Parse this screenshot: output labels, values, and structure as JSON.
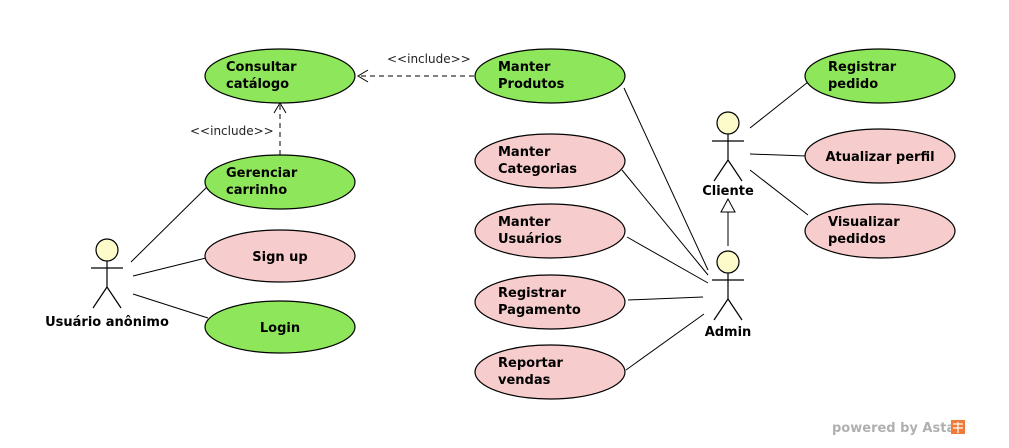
{
  "colors": {
    "included_usecase_fill": "#8ee65a",
    "usecase_fill": "#f7cccc",
    "actor_head_fill": "#fdfbc9",
    "stroke": "#000000",
    "watermark_text": "#b0b0b0",
    "watermark_logo": "#f07a3a"
  },
  "actors": {
    "anon": "Usuário anônimo",
    "cliente": "Cliente",
    "admin": "Admin"
  },
  "usecases": {
    "consultar_catalogo": [
      "Consultar",
      "catálogo"
    ],
    "gerenciar_carrinho": [
      "Gerenciar",
      "carrinho"
    ],
    "sign_up": [
      "Sign up"
    ],
    "login": [
      "Login"
    ],
    "manter_produtos": [
      "Manter",
      "Produtos"
    ],
    "manter_categorias": [
      "Manter",
      "Categorias"
    ],
    "manter_usuarios": [
      "Manter",
      "Usuários"
    ],
    "registrar_pagamento": [
      "Registrar",
      "Pagamento"
    ],
    "reportar_vendas": [
      "Reportar",
      "vendas"
    ],
    "registrar_pedido": [
      "Registrar",
      "pedido"
    ],
    "atualizar_perfil": [
      "Atualizar perfil"
    ],
    "visualizar_pedidos": [
      "Visualizar",
      "pedidos"
    ]
  },
  "stereotypes": {
    "include_1": "<<include>>",
    "include_2": "<<include>>"
  },
  "watermark": "powered by Astah"
}
